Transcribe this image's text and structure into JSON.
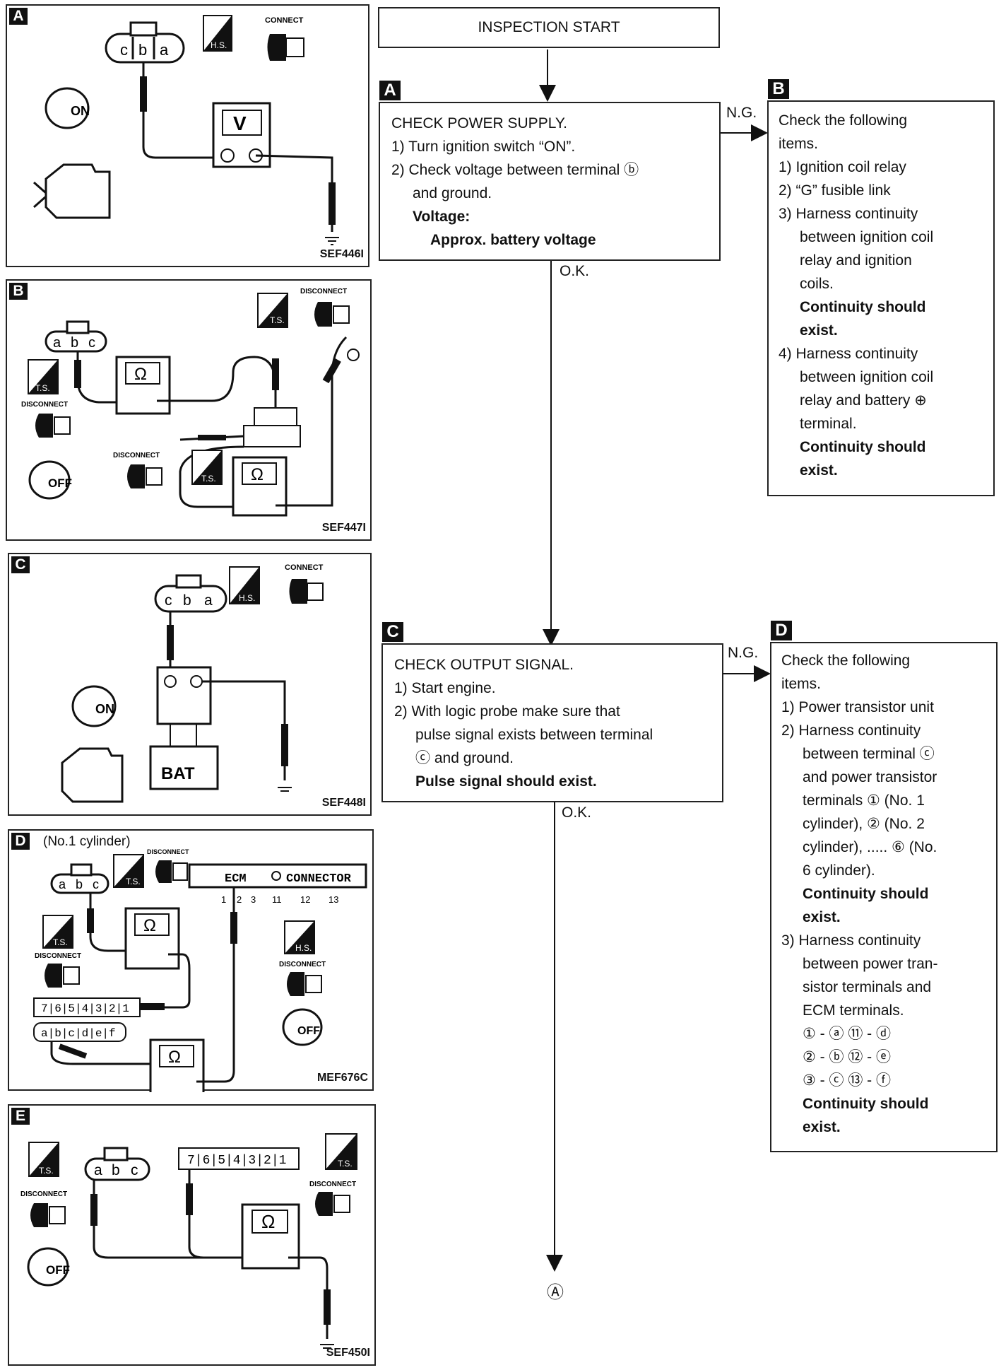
{
  "panels": {
    "A": {
      "label": "A",
      "code": "SEF446I"
    },
    "B": {
      "label": "B",
      "code": "SEF447I"
    },
    "C": {
      "label": "C",
      "code": "SEF448I"
    },
    "D": {
      "label": "D",
      "code": "MEF676C",
      "title": "(No.1 cylinder)"
    },
    "E": {
      "label": "E",
      "code": "SEF450I"
    }
  },
  "icons": {
    "connect": "CONNECT",
    "disconnect": "DISCONNECT",
    "hs": "H.S.",
    "ts": "T.S.",
    "on": "ON",
    "off": "OFF",
    "bat": "BAT",
    "volt": "V",
    "ohm": "Ω",
    "ecm": "ECM",
    "connector": "CONNECTOR"
  },
  "terminals": {
    "a": "a",
    "b": "b",
    "c": "c",
    "d": "d",
    "e": "e",
    "f": "f"
  },
  "ecm_pins": [
    "1",
    "2",
    "3",
    "11",
    "12",
    "13"
  ],
  "transistor_pins": [
    "7",
    "6",
    "5",
    "4",
    "3",
    "2",
    "1"
  ],
  "flow": {
    "start": "INSPECTION START",
    "ok": "O.K.",
    "ng": "N.G.",
    "end_marker": "Ⓐ",
    "box_a": {
      "tag": "A",
      "lines": [
        "CHECK POWER SUPPLY.",
        "1) Turn ignition switch “ON”.",
        "2) Check voltage between terminal ⓑ",
        "and ground."
      ],
      "bold": [
        "Voltage:",
        "Approx. battery voltage"
      ]
    },
    "box_b": {
      "tag": "B",
      "lines": [
        "Check the following",
        "items.",
        "1) Ignition coil relay",
        "2) “G” fusible link",
        "3) Harness continuity",
        "between ignition coil",
        "relay and ignition",
        "coils.",
        "Continuity should",
        "exist.",
        "4) Harness continuity",
        "between ignition coil",
        "relay and battery ⊕",
        "terminal.",
        "Continuity should",
        "exist."
      ]
    },
    "box_c": {
      "tag": "C",
      "lines": [
        "CHECK OUTPUT SIGNAL.",
        "1) Start engine.",
        "2) With logic probe make sure that",
        "pulse signal exists between terminal",
        "ⓒ and ground."
      ],
      "bold": "Pulse signal should exist."
    },
    "box_d": {
      "tag": "D",
      "lines": [
        "Check the following",
        "items.",
        "1) Power transistor unit",
        "2) Harness continuity",
        "between terminal ⓒ",
        "and power transistor",
        "terminals ① (No. 1",
        "cylinder), ② (No. 2",
        "cylinder), ..... ⑥ (No.",
        "6 cylinder).",
        "Continuity should",
        "exist.",
        "3) Harness continuity",
        "between power tran-",
        "sistor terminals and",
        "ECM terminals.",
        "① - ⓐ ⑪ - ⓓ",
        "② - ⓑ ⑫ - ⓔ",
        "③ - ⓒ ⑬ - ⓕ",
        "Continuity should",
        "exist."
      ]
    }
  }
}
